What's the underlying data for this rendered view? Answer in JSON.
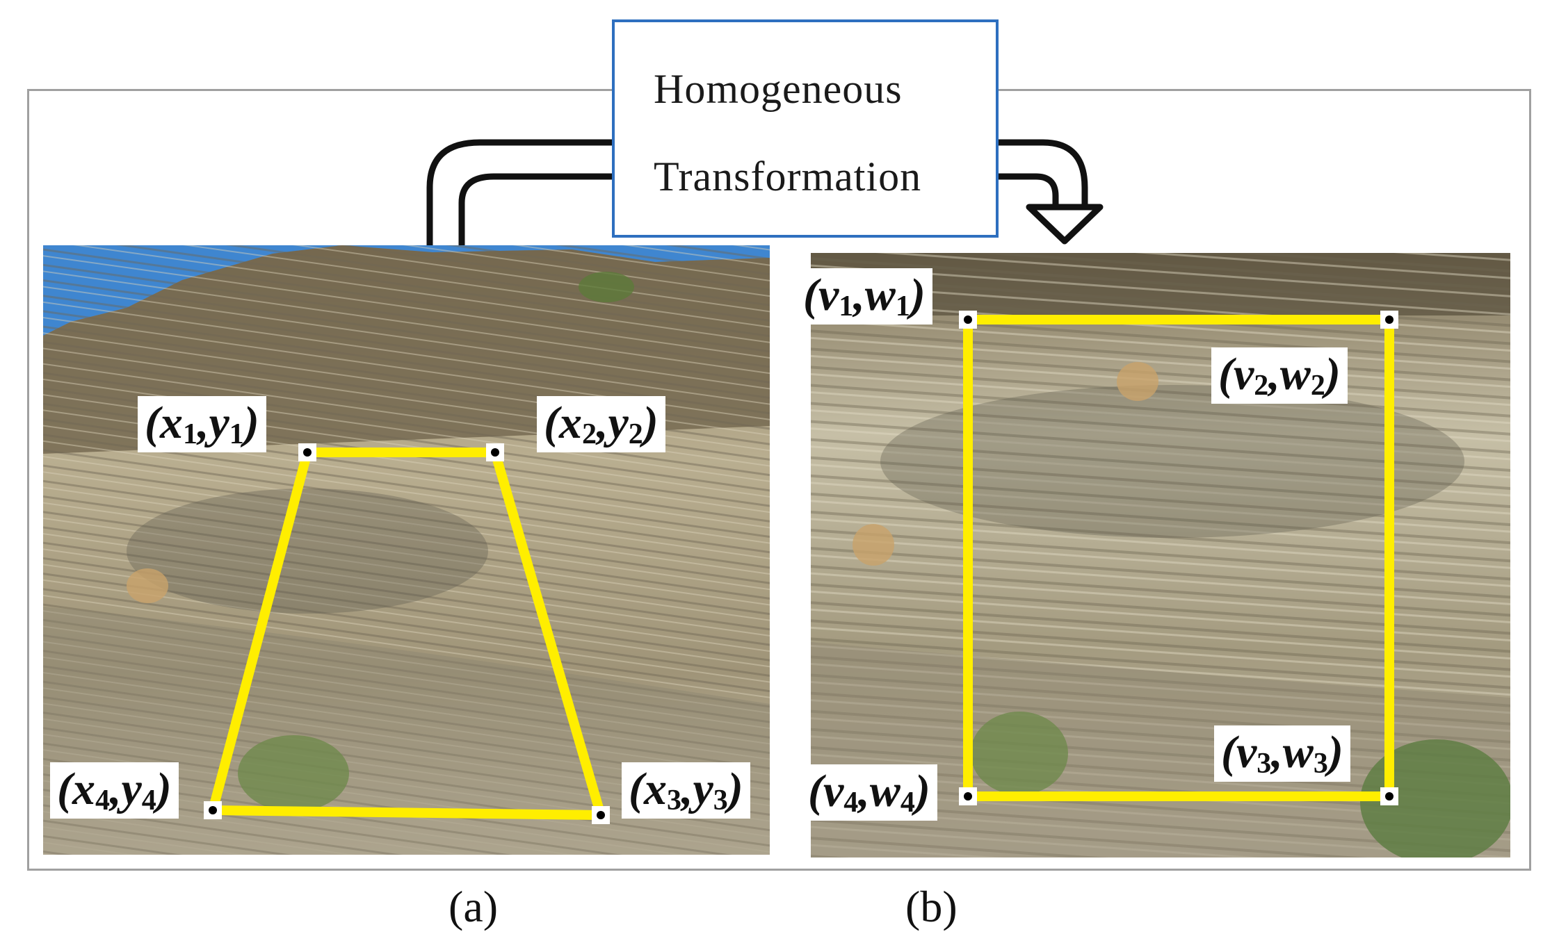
{
  "title_box": {
    "line1": "Homogeneous",
    "line2": "Transformation",
    "border_color": "#2e6fbf"
  },
  "panel_a": {
    "caption": "(a)",
    "points": [
      {
        "base1": "x",
        "sub1": "1",
        "base2": "y",
        "sub2": "1"
      },
      {
        "base1": "x",
        "sub1": "2",
        "base2": "y",
        "sub2": "2"
      },
      {
        "base1": "x",
        "sub1": "3",
        "base2": "y",
        "sub2": "3"
      },
      {
        "base1": "x",
        "sub1": "4",
        "base2": "y",
        "sub2": "4"
      }
    ]
  },
  "panel_b": {
    "caption": "(b)",
    "points": [
      {
        "base1": "v",
        "sub1": "1",
        "base2": "w",
        "sub2": "1"
      },
      {
        "base1": "v",
        "sub1": "2",
        "base2": "w",
        "sub2": "2"
      },
      {
        "base1": "v",
        "sub1": "3",
        "base2": "w",
        "sub2": "3"
      },
      {
        "base1": "v",
        "sub1": "4",
        "base2": "w",
        "sub2": "4"
      }
    ]
  },
  "colors": {
    "outline": "#ffee00",
    "arrow": "#111111",
    "frame": "#a0a0a0",
    "sky": "#3f86d0"
  }
}
